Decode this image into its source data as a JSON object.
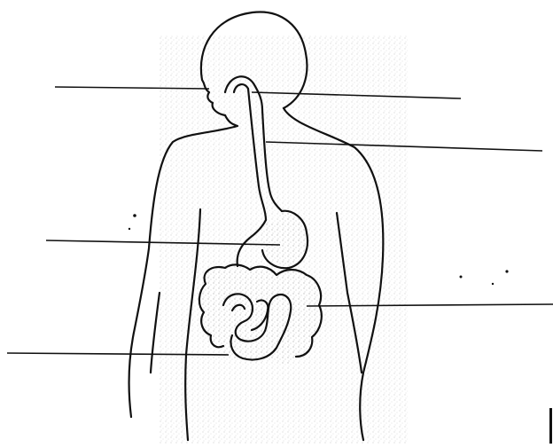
{
  "figure": {
    "subject": "digestive-system-outline",
    "stroke_color": "#111111",
    "shading_color": "#c9c9c9",
    "background": "#ffffff"
  },
  "labels": [
    {
      "id": "mouth",
      "text": ""
    },
    {
      "id": "esophagus",
      "text": ""
    },
    {
      "id": "trachea-shoulder",
      "text": ""
    },
    {
      "id": "stomach",
      "text": ""
    },
    {
      "id": "large-intestine",
      "text": ""
    },
    {
      "id": "small-intestine",
      "text": ""
    }
  ]
}
